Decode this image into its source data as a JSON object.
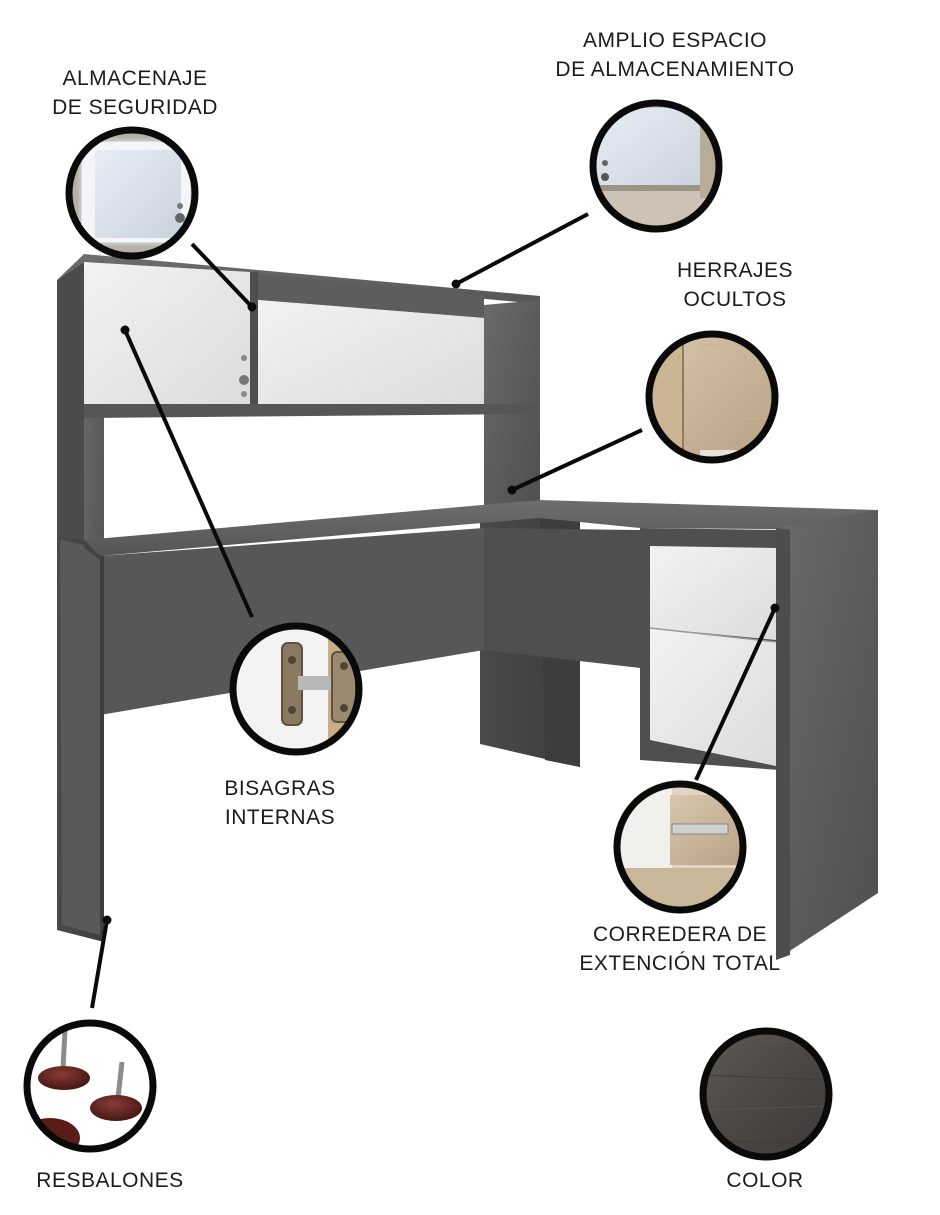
{
  "callouts": {
    "almacenaje": {
      "line1": "ALMACENAJE",
      "line2": "DE SEGURIDAD",
      "icon": "locking-cabinet-door-detail"
    },
    "amplio": {
      "line1": "AMPLIO ESPACIO",
      "line2": "DE ALMACENAMIENTO",
      "icon": "open-shelf-compartment-detail"
    },
    "herrajes": {
      "line1": "HERRAJES",
      "line2": "OCULTOS",
      "icon": "hidden-joint-detail"
    },
    "bisagras": {
      "line1": "BISAGRAS",
      "line2": "INTERNAS",
      "icon": "concealed-hinge-detail"
    },
    "corredera": {
      "line1": "CORREDERA DE",
      "line2": "EXTENCIÓN TOTAL",
      "icon": "drawer-slide-detail"
    },
    "resbalones": {
      "line1": "RESBALONES",
      "icon": "furniture-glide-feet"
    },
    "color": {
      "line1": "COLOR",
      "icon": "grey-wood-swatch"
    }
  },
  "colors": {
    "wood": "#5f5f5f",
    "wood_dark": "#474747",
    "door_white": "#e6e6e6",
    "ring": "#0a0a0a",
    "label_text": "#1b1b1b"
  }
}
